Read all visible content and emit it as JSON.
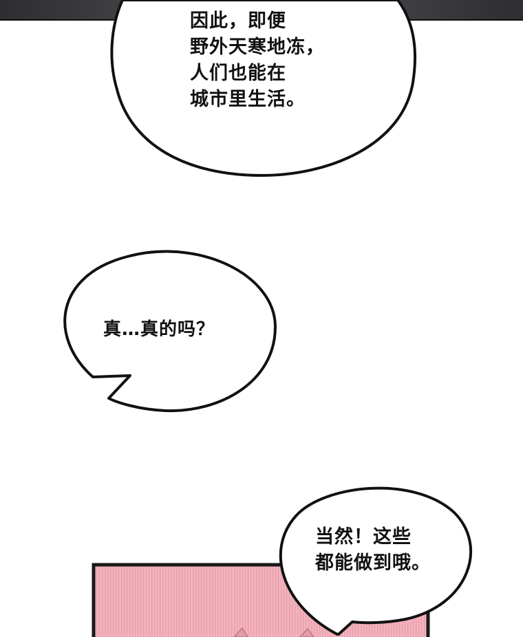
{
  "colors": {
    "top_strip": "#3a3a3e",
    "panel_fill": "#f2b3be",
    "panel_border": "#1a1a1a",
    "bubble_fill": "#ffffff",
    "bubble_stroke": "#111111",
    "text": "#111111"
  },
  "bubbles": [
    {
      "text": "因此，即便\n野外天寒地冻，\n人们也能在\n城市里生活。"
    },
    {
      "text": "真…真的吗？"
    },
    {
      "text": "当然！这些\n都能做到哦。"
    }
  ]
}
